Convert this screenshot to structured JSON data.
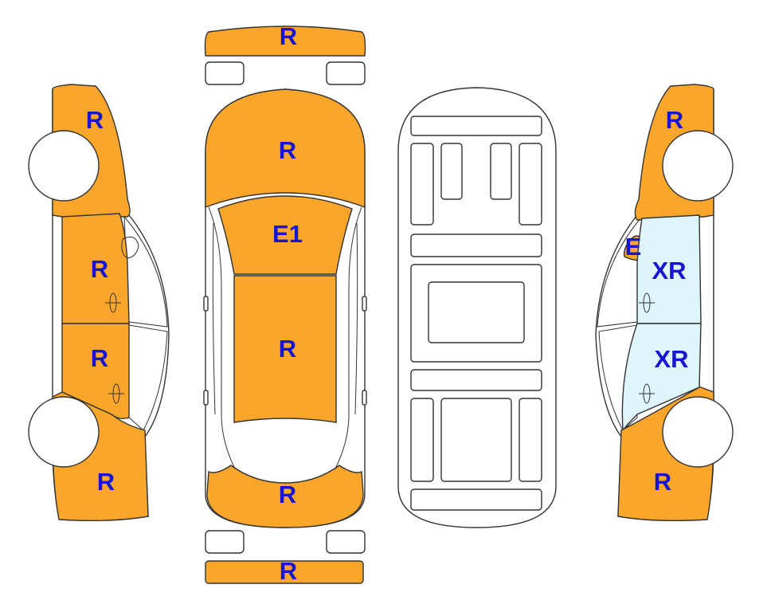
{
  "colors": {
    "repaired": "#f9a62b",
    "replaced": "#dff5fc",
    "outline": "#333333",
    "label": "#1515d2"
  },
  "panels": {
    "front_bumper": "R",
    "hood": "R",
    "roof_front": "E1",
    "roof": "R",
    "trunk": "R",
    "rear_bumper": "R",
    "left_front_fender": "R",
    "left_front_door": "R",
    "left_rear_door": "R",
    "left_rear_quarter": "R",
    "right_front_fender": "R",
    "right_pillar": "E",
    "right_front_door": "XR",
    "right_rear_door": "XR",
    "right_rear_quarter": "R"
  }
}
